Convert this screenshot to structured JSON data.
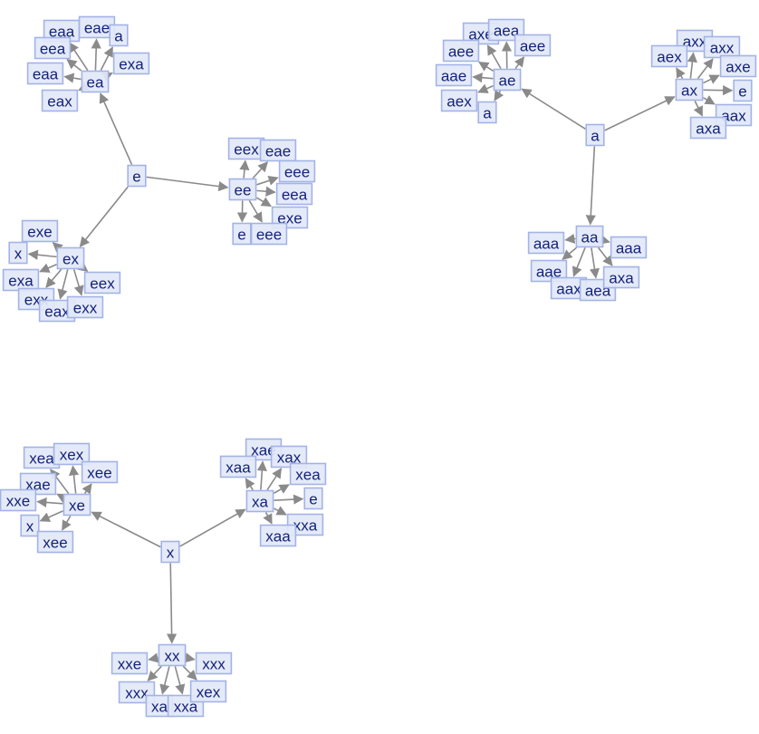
{
  "graphs": [
    {
      "root": "e",
      "hubs": [
        {
          "label": "ea",
          "leaves": [
            "eaa",
            "eae",
            "a",
            "eea",
            "exa",
            "eaa",
            "eax"
          ]
        },
        {
          "label": "ee",
          "leaves": [
            "eex",
            "eae",
            "eee",
            "eea",
            "exe",
            "e",
            "eee"
          ]
        },
        {
          "label": "ex",
          "leaves": [
            "exe",
            "x",
            "exa",
            "exx",
            "eax",
            "exx",
            "eex"
          ]
        }
      ]
    },
    {
      "root": "a",
      "hubs": [
        {
          "label": "ae",
          "leaves": [
            "axe",
            "aea",
            "aee",
            "aee",
            "aae",
            "aex",
            "a"
          ]
        },
        {
          "label": "ax",
          "leaves": [
            "axx",
            "axx",
            "aex",
            "axe",
            "e",
            "aax",
            "axa"
          ]
        },
        {
          "label": "aa",
          "leaves": [
            "aaa",
            "aaa",
            "aae",
            "aax",
            "aea",
            "axa"
          ]
        }
      ]
    },
    {
      "root": "x",
      "hubs": [
        {
          "label": "xe",
          "leaves": [
            "xea",
            "xex",
            "xee",
            "xae",
            "xxe",
            "x",
            "xee"
          ]
        },
        {
          "label": "xa",
          "leaves": [
            "xae",
            "xax",
            "xaa",
            "xea",
            "e",
            "xxa",
            "xaa"
          ]
        },
        {
          "label": "xx",
          "leaves": [
            "xxe",
            "xxx",
            "xxx",
            "xa",
            "xxa",
            "xex"
          ]
        }
      ]
    }
  ],
  "colors": {
    "node_fill": "#e2e8f7",
    "node_stroke": "#a3b3e6",
    "text": "#15237a",
    "edge": "#8a8a8a"
  }
}
